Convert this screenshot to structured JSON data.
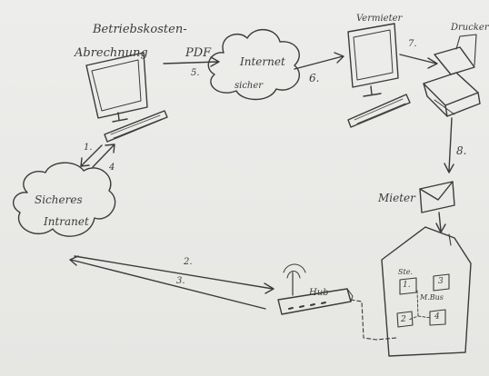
{
  "colors": {
    "ink": "#3b3b3b",
    "paper": "#e9e9e7"
  },
  "labels": {
    "billing_line1": "Betriebskosten-",
    "billing_line2": "Abrechnung",
    "pdf": "PDF",
    "step5": "5.",
    "internet": "Internet",
    "secure": "sicher",
    "step6": "6.",
    "landlord": "Vermieter",
    "step7": "7.",
    "printer": "Drucker",
    "step8": "8.",
    "tenant": "Mieter",
    "step1": "1.",
    "step4": "4",
    "secure_intranet_1": "Sicheres",
    "secure_intranet_2": "Intranet",
    "step2": "2.",
    "step3": "3.",
    "hub": "Hub",
    "apt_ste": "Ste.",
    "apt_1": "1.",
    "apt_3": "3",
    "apt_bus": "M.Bus",
    "apt_2": "2",
    "apt_4": "4"
  }
}
